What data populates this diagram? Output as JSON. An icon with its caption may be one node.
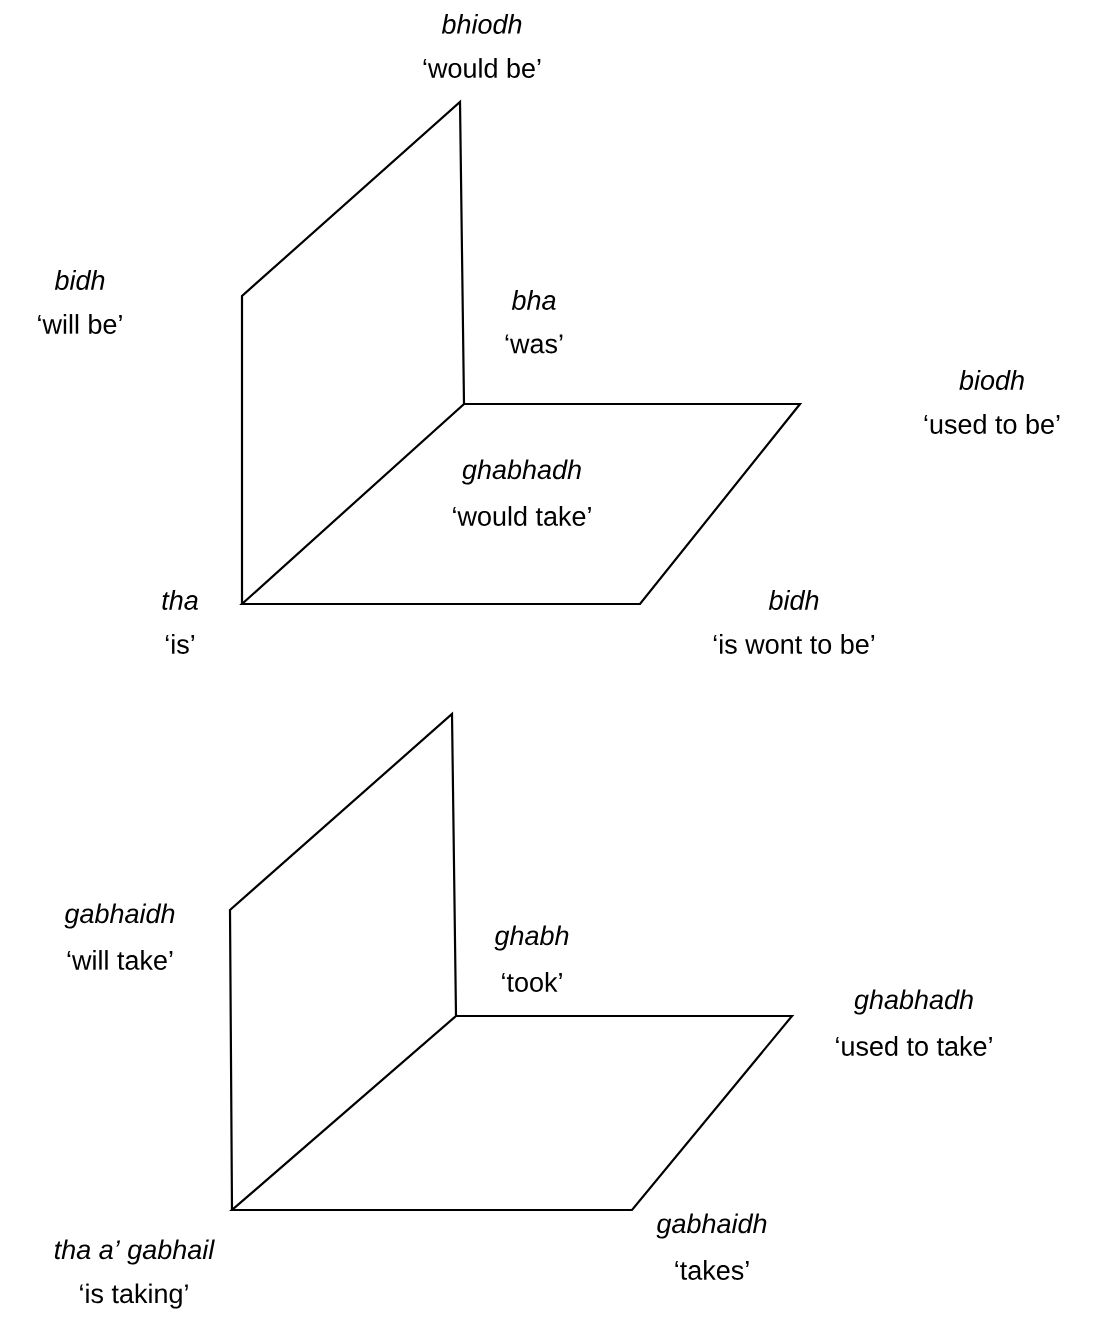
{
  "diagram": {
    "labels": [
      "bhiodh",
      "‘would be’",
      "bidh",
      "‘will be’",
      "bha",
      "‘was’",
      "biodh",
      "‘used to be’",
      "ghabhadh",
      "‘would take’",
      "tha",
      "‘is’",
      "bidh",
      "‘is wont to be’",
      "gabhaidh",
      "‘will take’",
      "ghabh",
      "‘took’",
      "ghabhadh",
      "‘used to take’",
      "tha a’ gabhail",
      "‘is taking’",
      "gabhaidh",
      "‘takes’"
    ]
  }
}
